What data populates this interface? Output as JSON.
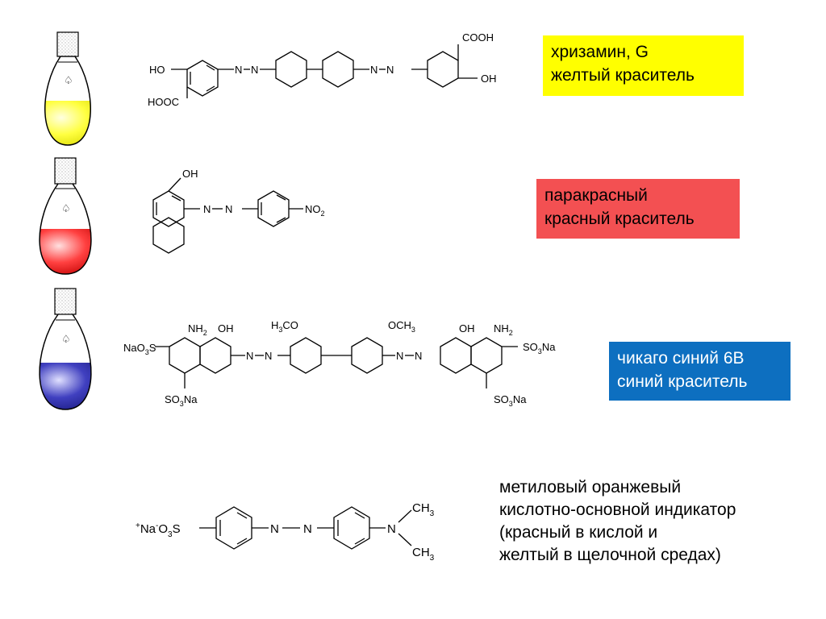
{
  "dyes": [
    {
      "name": "хризамин, G",
      "type": "желтый краситель",
      "color": "#ffff00",
      "chem_labels": [
        "HO",
        "HOOC",
        "N",
        "N",
        "N",
        "N",
        "COOH",
        "OH"
      ]
    },
    {
      "name": "паракрасный",
      "type": "красный краситель",
      "color": "#f35052",
      "chem_labels": [
        "OH",
        "N",
        "N",
        "NO2"
      ]
    },
    {
      "name": "чикаго синий 6B",
      "type": "синий краситель",
      "color": "#0d6fc0",
      "chem_labels": [
        "NaO3S",
        "NH2",
        "OH",
        "SO3Na",
        "H3CO",
        "OCH3",
        "N",
        "N",
        "N",
        "N",
        "OH",
        "NH2",
        "SO3Na",
        "SO3Na"
      ]
    }
  ],
  "indicator": {
    "lines": [
      "метиловый оранжевый",
      "кислотно-основной индикатор",
      "(красный в кислой и",
      "желтый в щелочной средах)"
    ],
    "chem_labels": [
      "+Na-O3S",
      "N",
      "N",
      "N",
      "CH3",
      "CH3"
    ]
  },
  "flask_colors": [
    "#ffff00",
    "#ff0000",
    "#2020a0"
  ]
}
